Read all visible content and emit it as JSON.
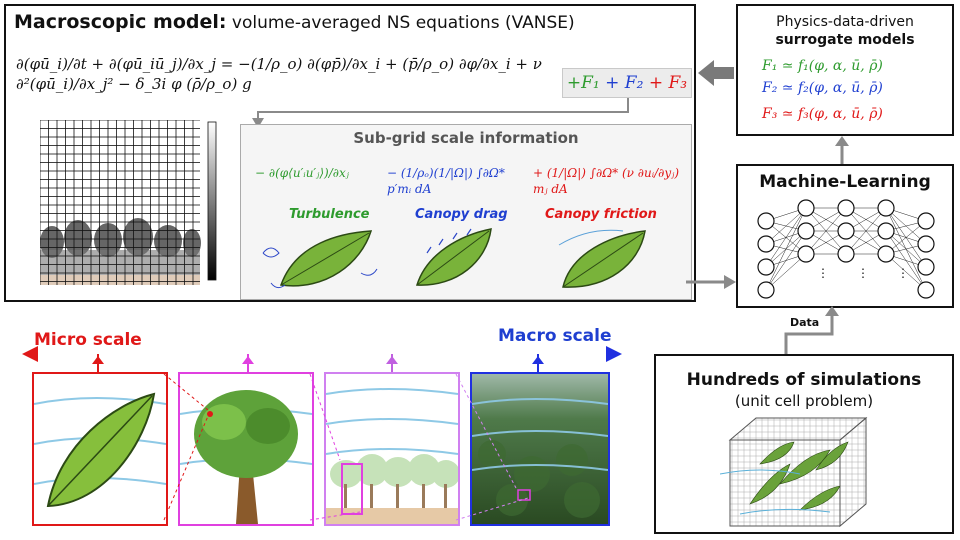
{
  "macro": {
    "title_bold": "Macroscopic model:",
    "title_rest": " volume-averaged NS equations (VANSE)",
    "equation_main": "∂(φū_i)/∂t + ∂(φū_iū_j)/∂x_j = −(1/ρ_o) ∂(φp̄)/∂x_i + (p̄/ρ_o) ∂φ/∂x_i + ν ∂²(φū_i)/∂x_j² − δ_3i φ (ρ̄/ρ_o) g",
    "f1": "+F₁",
    "f2": " + F₂",
    "f3": " + F₃"
  },
  "subgrid": {
    "title": "Sub-grid scale information",
    "turbulence_term": "− ∂(φ⟨u′ᵢu′ⱼ⟩)/∂xⱼ",
    "drag_term": "− (1/ρₒ)(1/|Ω|) ∫∂Ω* p′mᵢ dA",
    "friction_term": "+ (1/|Ω|) ∫∂Ω* (ν ∂uᵢ/∂yⱼ) mⱼ dA",
    "turbulence_label": "Turbulence",
    "drag_label": "Canopy drag",
    "friction_label": "Canopy friction"
  },
  "surrogate": {
    "title1": "Physics-data-driven",
    "title2": "surrogate models",
    "line1": "F₁ ≃ f₁(φ, α, ū, ρ̄)",
    "line2": "F₂ ≃ f₂(φ, α, ū, ρ̄)",
    "line3": "F₃ ≃ f₃(φ, α, ū, ρ̄)"
  },
  "ml": {
    "title": "Machine-Learning",
    "dots": "⋮"
  },
  "sims": {
    "title": "Hundreds of simulations",
    "subtitle": "(unit cell problem)",
    "data_label": "Data"
  },
  "scale": {
    "micro": "Micro scale",
    "macro": "Macro scale"
  },
  "colors": {
    "green": "#2e9b2e",
    "blue": "#1f3fd0",
    "red": "#e01818",
    "magenta": "#e040e0",
    "arrow_gray": "#8a8a8a"
  }
}
